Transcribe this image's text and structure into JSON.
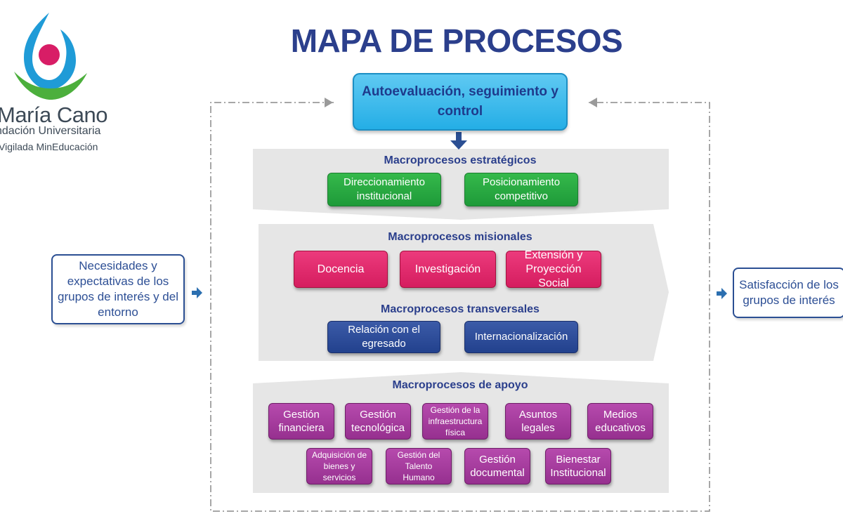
{
  "logo": {
    "name": "María Cano",
    "subtitle": "ndación Universitaria",
    "vigilada": "Vigilada MinEducación"
  },
  "title": "MAPA DE PROCESOS",
  "top_box": "Autoevaluación, seguimiento y control",
  "inputs": "Necesidades y expectativas de los grupos de interés y del entorno",
  "outputs": "Satisfacción de los grupos de interés",
  "strategic": {
    "title": "Macroprocesos estratégicos",
    "items": [
      "Direccionamiento institucional",
      "Posicionamiento competitivo"
    ]
  },
  "missional": {
    "title": "Macroprocesos misionales",
    "items": [
      "Docencia",
      "Investigación",
      "Extensión y Proyección Social"
    ]
  },
  "transversal": {
    "title": "Macroprocesos transversales",
    "items": [
      "Relación con el egresado",
      "Internacionalización"
    ]
  },
  "support": {
    "title": "Macroprocesos de apoyo",
    "items": [
      "Gestión financiera",
      "Gestión tecnológica",
      "Gestión de la infraestructura física",
      "Asuntos legales",
      "Medios educativos",
      "Adquisición de bienes y servicios",
      "Gestión del Talento Humano",
      "Gestión documental",
      "Bienestar Institucional"
    ]
  },
  "colors": {
    "title": "#2b3f8c",
    "top_box": "#24aee6",
    "strategic": "#1e9a39",
    "missional": "#d51d5f",
    "transversal": "#22418d",
    "support": "#96308f",
    "panel": "#e6e6e6"
  }
}
